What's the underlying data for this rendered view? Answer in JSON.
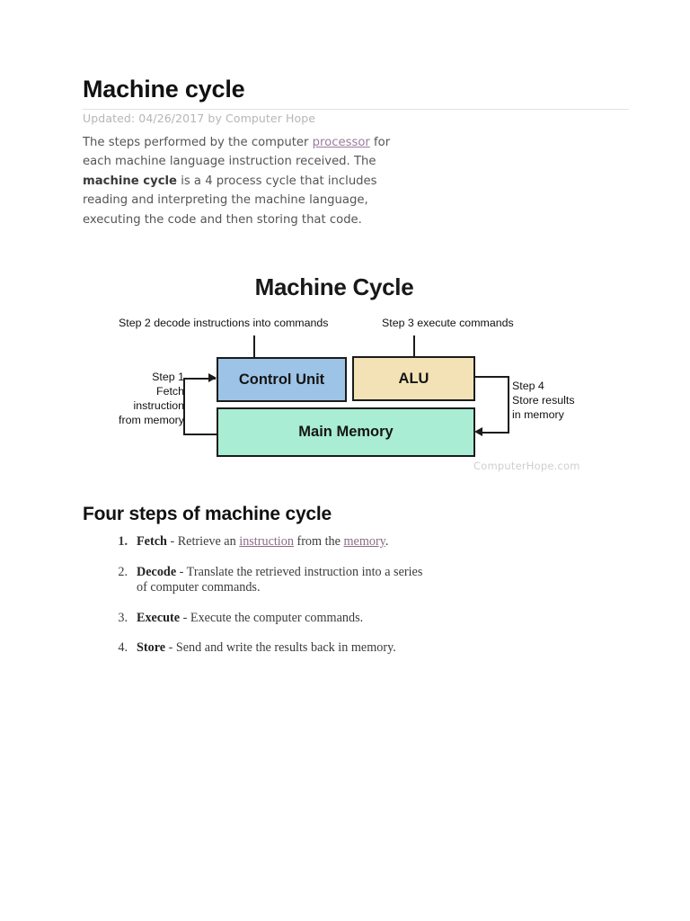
{
  "article": {
    "title": "Machine cycle",
    "updated_line": "Updated: 04/26/2017 by Computer Hope",
    "intro": {
      "part1": "The steps performed by the computer ",
      "link1": "processor",
      "part2": " for each machine language instruction received. The ",
      "bold1": "machine cycle",
      "part3": " is a 4 process cycle that includes reading and interpreting the machine language, executing the code and then storing that code."
    }
  },
  "diagram": {
    "title": "Machine Cycle",
    "watermark": "ComputerHope.com",
    "boxes": [
      {
        "name": "control-unit",
        "label": "Control Unit",
        "color": "#9dc3e6"
      },
      {
        "name": "alu",
        "label": "ALU",
        "color": "#f2e2b6"
      },
      {
        "name": "main-memory",
        "label": "Main Memory",
        "color": "#a8edd4"
      }
    ],
    "labels": {
      "step1": "Step 1\nFetch\ninstruction\nfrom memory",
      "step2": "Step 2 decode instructions into commands",
      "step3": "Step 3 execute commands",
      "step4": "Step 4\nStore results\nin memory"
    }
  },
  "section": {
    "heading": "Four steps of machine cycle",
    "steps": [
      {
        "number": "1.",
        "term": "Fetch",
        "text_before_link1": " - Retrieve an ",
        "link1": "instruction",
        "text_mid": " from the ",
        "link2": "memory",
        "text_after": "."
      },
      {
        "number": "2.",
        "term": "Decode",
        "text": " - Translate the retrieved instruction into a series of computer commands."
      },
      {
        "number": "3.",
        "term": "Execute",
        "text": " - Execute the computer commands."
      },
      {
        "number": "4.",
        "term": "Store",
        "text": " - Send and write the results back in memory."
      }
    ]
  }
}
